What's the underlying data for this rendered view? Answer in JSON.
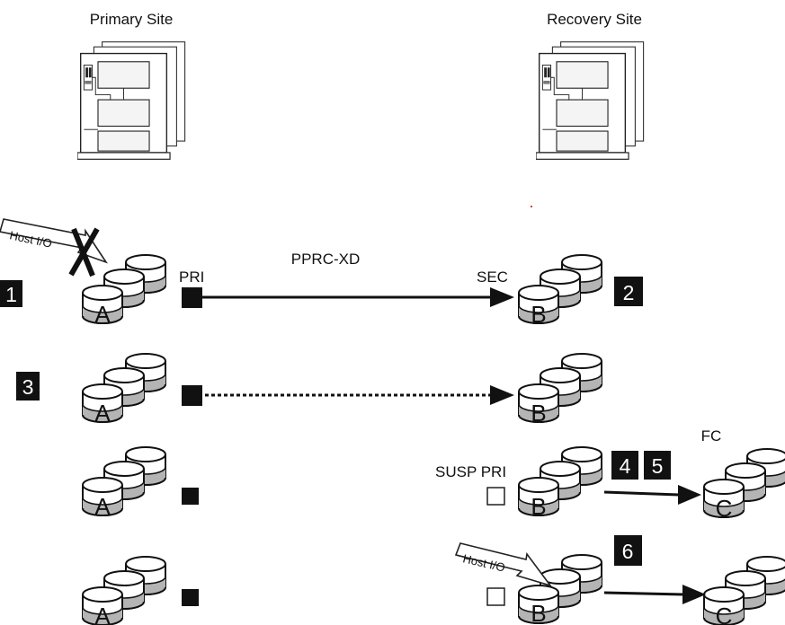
{
  "sites": {
    "primary_title": "Primary Site",
    "recovery_title": "Recovery Site"
  },
  "labels": {
    "host_io": "Host I/O",
    "pri": "PRI",
    "pprc_xd": "PPRC-XD",
    "sec": "SEC",
    "fc": "FC",
    "susp_pri": "SUSP PRI"
  },
  "steps": [
    "1",
    "2",
    "3",
    "4",
    "5",
    "6"
  ],
  "volumes": {
    "a": "A",
    "b": "B",
    "c": "C"
  }
}
